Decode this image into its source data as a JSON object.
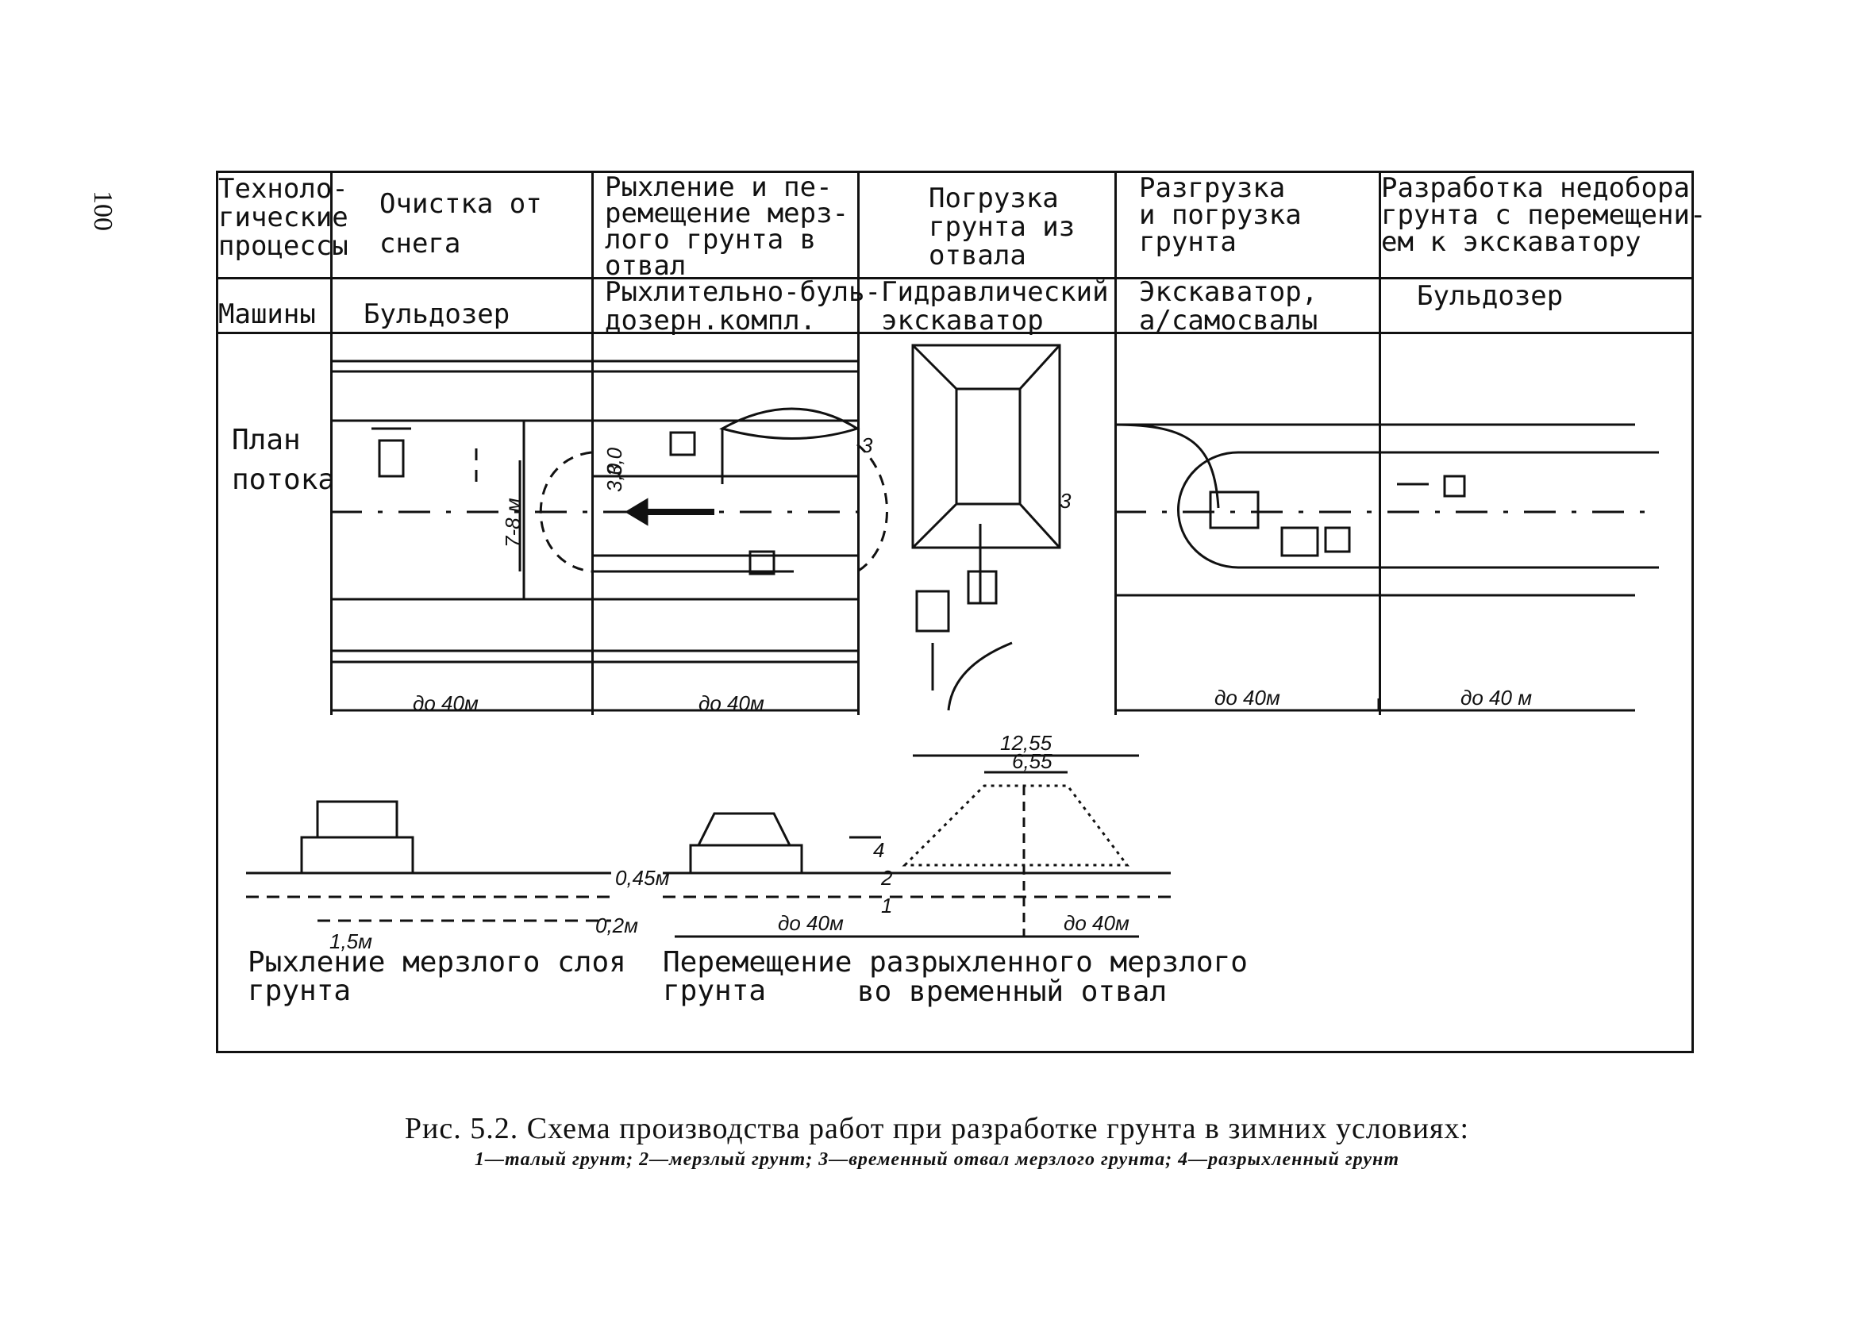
{
  "page_number": "100",
  "table": {
    "col_processes_label": "Техноло-\nгические\nпроцессы",
    "col_machines_label": "Машины",
    "row_plan_label": "План\nпотока",
    "columns": [
      {
        "process": "Очистка  от\nснега",
        "machine": "Бульдозер"
      },
      {
        "process": "Рыхление и пе-\nремещение мерз-\nлого грунта в\nотвал",
        "machine": "Рыхлительно-буль-\nдозерн.компл."
      },
      {
        "process": "Погрузка\nгрунта из\nотвала",
        "machine": "Гидравлический\nэкскаватор"
      },
      {
        "process": "Разгрузка\nи погрузка\nгрунта",
        "machine": "Экскаватор,\nа/самосвалы"
      },
      {
        "process": "Разработка недобора\nгрунта с перемещени-\nем к экскаватору",
        "machine": "Бульдозер"
      }
    ]
  },
  "dimensions": {
    "do_40m": "до 40м",
    "do_40_m": "до 40 м",
    "width_7_8m": "7-8 м",
    "width_3_0": "3,0",
    "width_3_0b": "3,0",
    "top_12_55": "12,55",
    "top_6_55": "6,55",
    "depth_0_45m": "0,45м",
    "depth_0_2m": "0,2м",
    "width_1_5m": "1,5м",
    "marker_1": "1",
    "marker_2": "2",
    "marker_3": "3",
    "marker_4": "4"
  },
  "sections": {
    "left_caption": "Рыхление мерзлого слоя\nгрунта",
    "right_caption_a": "Перемещение  разрыхленного мерзлого\nгрунта",
    "right_caption_b": "во временный отвал"
  },
  "figure": {
    "caption": "Рис. 5.2. Схема производства работ при разработке грунта в зимних условиях:",
    "legend": "1—талый грунт; 2—мерзлый грунт; 3—временный отвал мерзлого грунта;  4—разрыхленный грунт"
  }
}
